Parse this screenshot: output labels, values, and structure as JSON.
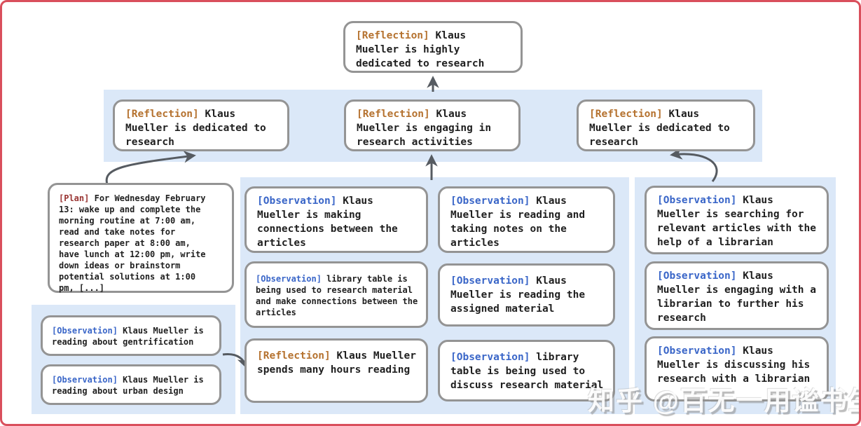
{
  "figure": {
    "description": "Memory tree diagram of agent Klaus Mueller (reflections, observations, plan)"
  },
  "colors": {
    "frame_red": "#d94f5c",
    "panel_blue": "#dbe8f8",
    "node_border": "#949494",
    "reflection_tag": "#b5722f",
    "plan_tag": "#993432",
    "observation_tag": "#3a66c8",
    "arrow_gray": "#565b61",
    "text": "#1f1f1f"
  },
  "nodes": {
    "root": {
      "tag": "[Reflection]",
      "text": "Klaus Mueller is highly dedicated to research"
    },
    "l2_left": {
      "tag": "[Reflection]",
      "text": "Klaus Mueller is dedicated to research"
    },
    "l2_mid": {
      "tag": "[Reflection]",
      "text": "Klaus Mueller is engaging in research activities"
    },
    "l2_right": {
      "tag": "[Reflection]",
      "text": "Klaus Mueller is dedicated to research"
    },
    "plan": {
      "tag": "[Plan]",
      "text": "For Wednesday February 13: wake up and complete the morning routine at 7:00 am, read and take notes for research paper at 8:00 am, have lunch at 12:00 pm, write down ideas or brainstorm potential solutions at 1:00 pm, [...]"
    },
    "obs_gentrification": {
      "tag": "[Observation]",
      "text": "Klaus Mueller is reading about gentrification"
    },
    "obs_urban_design": {
      "tag": "[Observation]",
      "text": "Klaus Mueller is reading about urban design"
    },
    "mid_connections": {
      "tag": "[Observation]",
      "text": "Klaus Mueller is making connections between the articles"
    },
    "mid_library_research": {
      "tag": "[Observation]",
      "text": "library table is being used to research material and make connections between the articles"
    },
    "mid_hours_reading": {
      "tag": "[Reflection]",
      "text": "Klaus Mueller spends many hours reading"
    },
    "mid_taking_notes": {
      "tag": "[Observation]",
      "text": "Klaus Mueller is reading and taking notes on the articles"
    },
    "mid_assigned_material": {
      "tag": "[Observation]",
      "text": "Klaus Mueller is reading the assigned material"
    },
    "mid_library_discuss": {
      "tag": "[Observation]",
      "text": "library table is being used to discuss research material"
    },
    "right_searching": {
      "tag": "[Observation]",
      "text": "Klaus Mueller is searching for relevant articles with the help of a librarian"
    },
    "right_engaging": {
      "tag": "[Observation]",
      "text": "Klaus Mueller is engaging with a librarian to further his research"
    },
    "right_discussing": {
      "tag": "[Observation]",
      "text": "Klaus Mueller is discussing his research with a librarian"
    }
  },
  "watermark": {
    "brand": "知乎",
    "handle": "@百无一用谧书生"
  }
}
